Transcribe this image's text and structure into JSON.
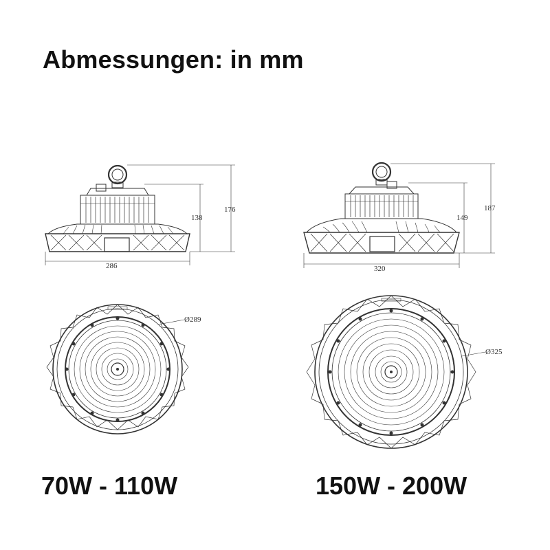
{
  "header": {
    "title": "Abmessungen: in mm"
  },
  "models": [
    {
      "caption": "70W - 110W",
      "width_label": "286",
      "body_height_label": "138",
      "total_height_label": "176",
      "diameter_label": "Ø289"
    },
    {
      "caption": "150W - 200W",
      "width_label": "320",
      "body_height_label": "149",
      "total_height_label": "187",
      "diameter_label": "Ø325"
    }
  ],
  "colors": {
    "line": "#333333",
    "text": "#111111",
    "accent": "#8a4a6a"
  }
}
